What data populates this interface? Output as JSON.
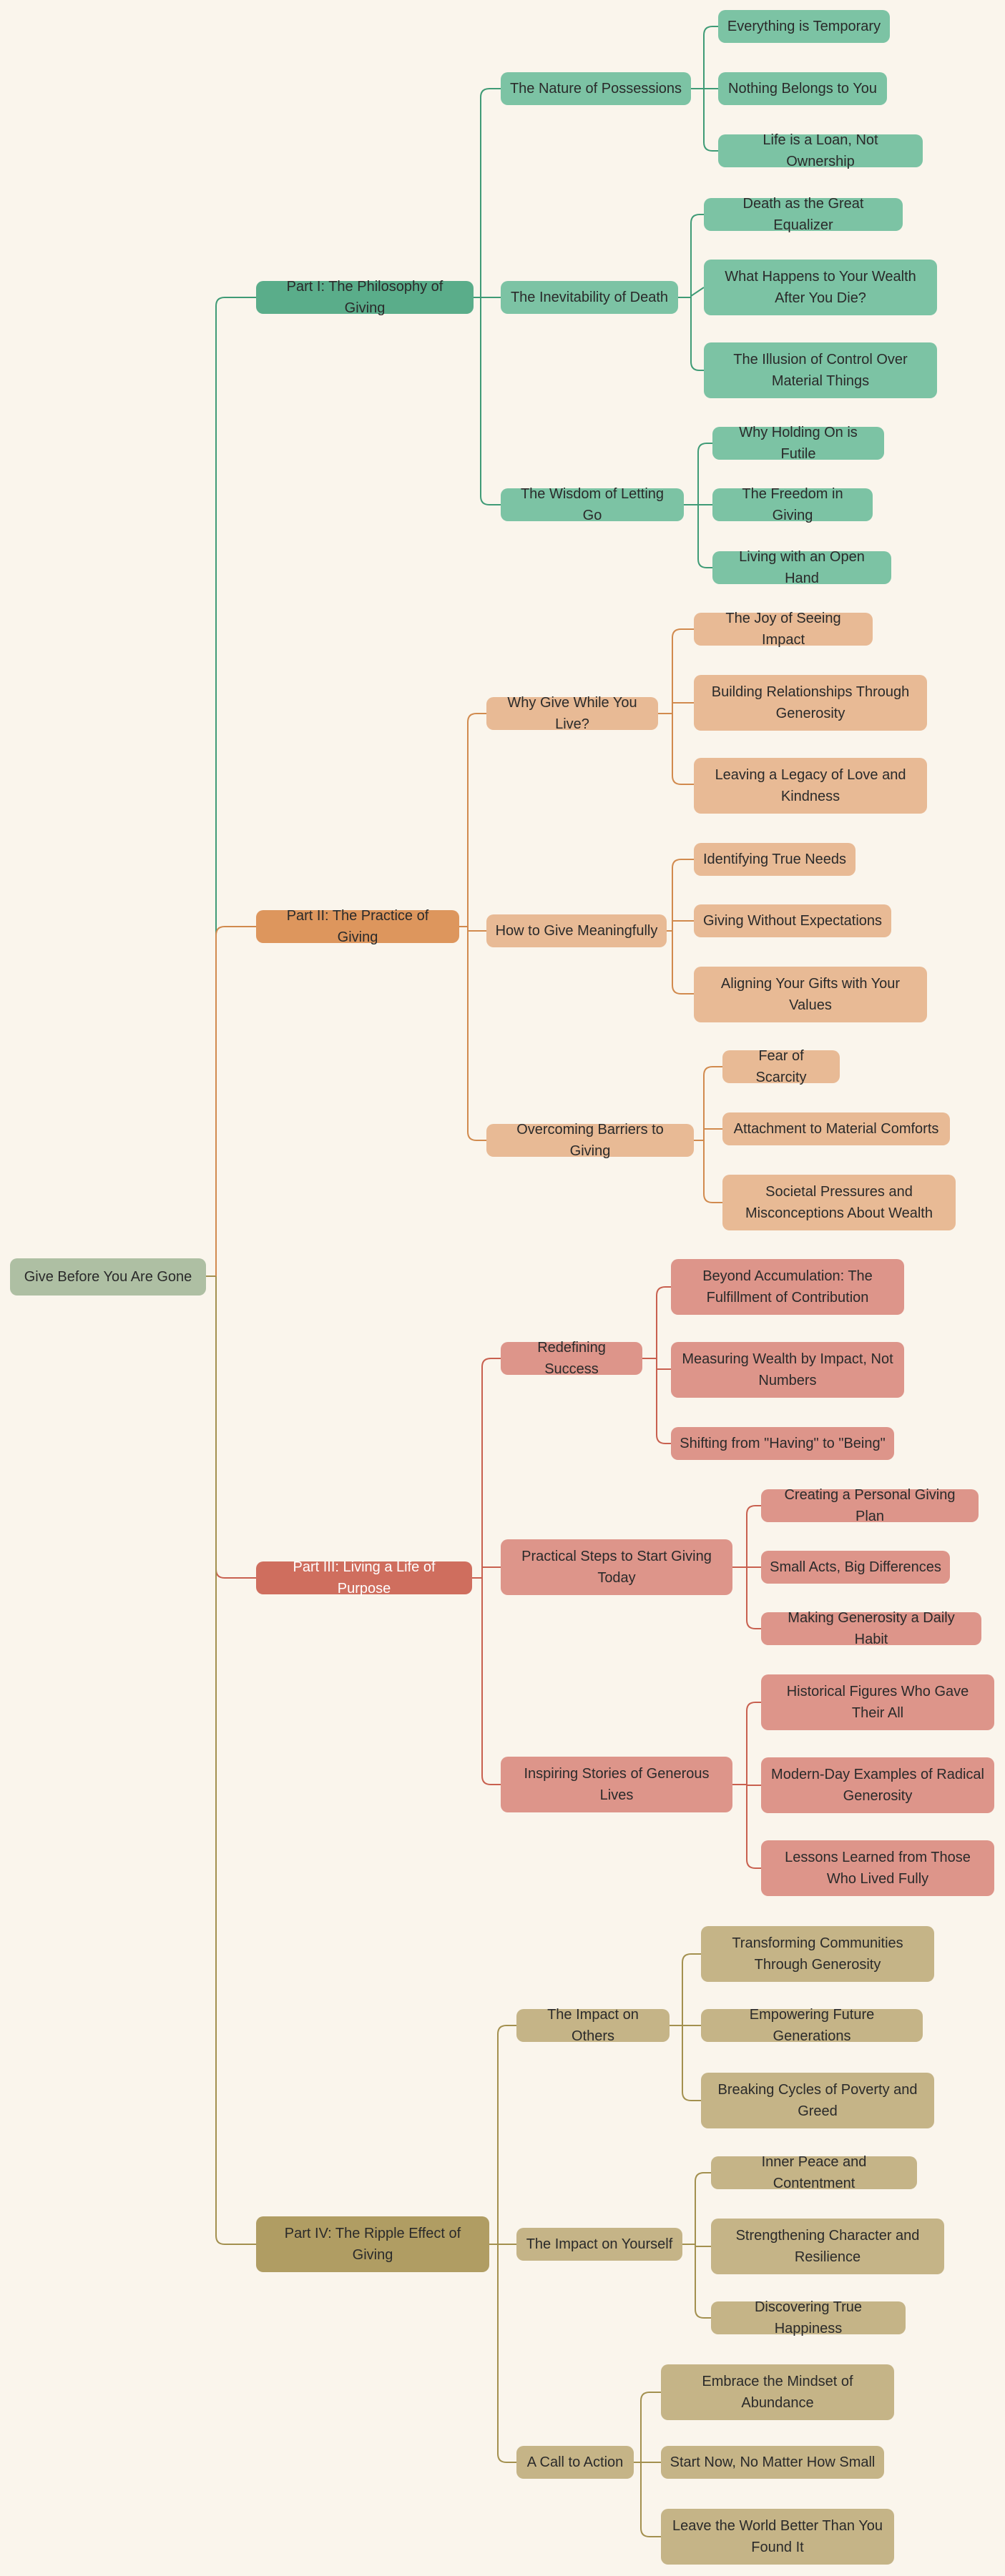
{
  "root": "Give Before You Are Gone",
  "colors": {
    "background": "#faf5ec",
    "root": "#aebfa3",
    "part1": "#5aad8a",
    "part1_light": "#7cc3a4",
    "part1_line": "#3f9b76",
    "part2": "#dd965d",
    "part2_light": "#e8ba95",
    "part2_line": "#d18a4e",
    "part3": "#cf6e5e",
    "part3_light": "#dd958a",
    "part3_line": "#c8604f",
    "part4": "#b09d63",
    "part4_light": "#c5b487",
    "part4_line": "#a3904f"
  },
  "parts": [
    {
      "title": "Part I: The Philosophy of Giving",
      "sections": [
        {
          "title": "The Nature of Possessions",
          "items": [
            "Everything is Temporary",
            "Nothing Belongs to You",
            "Life is a Loan, Not Ownership"
          ]
        },
        {
          "title": "The Inevitability of Death",
          "items": [
            "Death as the Great Equalizer",
            "What Happens to Your Wealth After You Die?",
            "The Illusion of Control Over Material Things"
          ]
        },
        {
          "title": "The Wisdom of Letting Go",
          "items": [
            "Why Holding On is Futile",
            "The Freedom in Giving",
            "Living with an Open Hand"
          ]
        }
      ]
    },
    {
      "title": "Part II: The Practice of Giving",
      "sections": [
        {
          "title": "Why Give While You Live?",
          "items": [
            "The Joy of Seeing Impact",
            "Building Relationships Through Generosity",
            "Leaving a Legacy of Love and Kindness"
          ]
        },
        {
          "title": "How to Give Meaningfully",
          "items": [
            "Identifying True Needs",
            "Giving Without Expectations",
            "Aligning Your Gifts with Your Values"
          ]
        },
        {
          "title": "Overcoming Barriers to Giving",
          "items": [
            "Fear of Scarcity",
            "Attachment to Material Comforts",
            "Societal Pressures and Misconceptions About Wealth"
          ]
        }
      ]
    },
    {
      "title": "Part III: Living a Life of Purpose",
      "sections": [
        {
          "title": "Redefining Success",
          "items": [
            "Beyond Accumulation: The Fulfillment of Contribution",
            "Measuring Wealth by Impact, Not Numbers",
            "Shifting from \"Having\" to \"Being\""
          ]
        },
        {
          "title": "Practical Steps to Start Giving Today",
          "items": [
            "Creating a Personal Giving Plan",
            "Small Acts, Big Differences",
            "Making Generosity a Daily Habit"
          ]
        },
        {
          "title": "Inspiring Stories of Generous Lives",
          "items": [
            "Historical Figures Who Gave Their All",
            "Modern-Day Examples of Radical Generosity",
            "Lessons Learned from Those Who Lived Fully"
          ]
        }
      ]
    },
    {
      "title": "Part IV: The Ripple Effect of Giving",
      "sections": [
        {
          "title": "The Impact on Others",
          "items": [
            "Transforming Communities Through Generosity",
            "Empowering Future Generations",
            "Breaking Cycles of Poverty and Greed"
          ]
        },
        {
          "title": "The Impact on Yourself",
          "items": [
            "Inner Peace and Contentment",
            "Strengthening Character and Resilience",
            "Discovering True Happiness"
          ]
        },
        {
          "title": "A Call to Action",
          "items": [
            "Embrace the Mindset of Abundance",
            "Start Now, No Matter How Small",
            "Leave the World Better Than You Found It"
          ]
        }
      ]
    }
  ]
}
